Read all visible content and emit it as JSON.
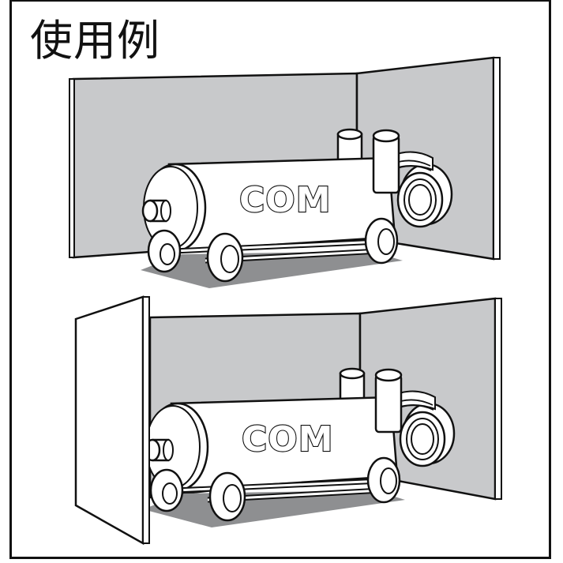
{
  "title": "使用例",
  "colors": {
    "panel_gray": "#c8c9cb",
    "shadow_gray": "#8e8f91",
    "outline": "#111111",
    "background": "#ffffff"
  },
  "scenes": [
    {
      "id": "top",
      "description": "Heater placed in corner with two wall panels (back and right side)",
      "heater_label": "COM",
      "panels": [
        "back-panel",
        "side-panel-right"
      ]
    },
    {
      "id": "bottom",
      "description": "Heater enclosed by three wall panels (left, back and right side)",
      "heater_label": "COM",
      "panels": [
        "side-panel-left",
        "back-panel",
        "side-panel-right"
      ]
    }
  ]
}
